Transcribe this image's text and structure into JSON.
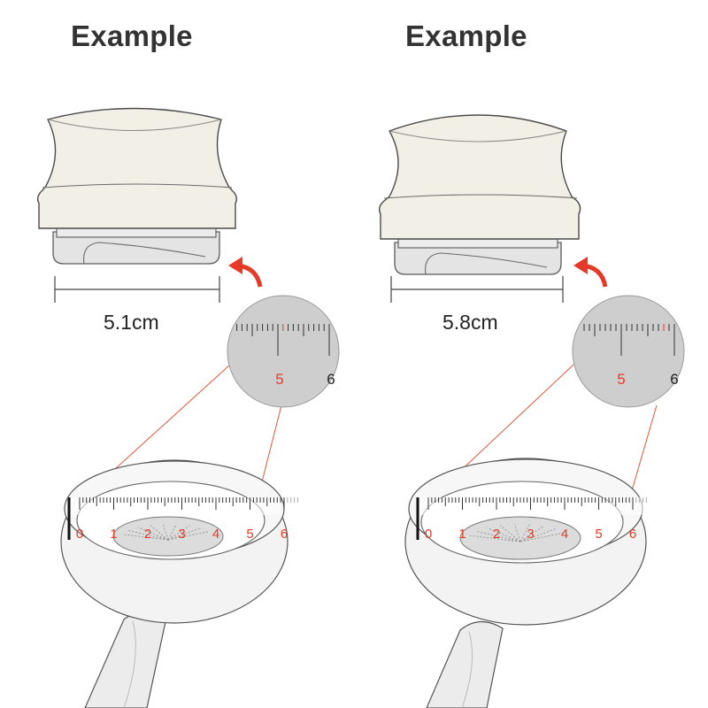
{
  "colors": {
    "tamper_body": "#f1eee4",
    "tamper_outline": "#4a4a4a",
    "metal_base": "#e2e2e2",
    "accent_red": "#e53a27",
    "guide_line": "#e0553e",
    "magnifier": "#cfcfcf",
    "portafilter": "#f4f4f4"
  },
  "panels": [
    {
      "heading": "Example",
      "measurement": "5.1cm",
      "zoom_scale": {
        "labels": [
          "5",
          "6"
        ]
      },
      "basket_scale": {
        "labels": [
          "0",
          "1",
          "2",
          "3",
          "4",
          "5",
          "6"
        ]
      }
    },
    {
      "heading": "Example",
      "measurement": "5.8cm",
      "zoom_scale": {
        "labels": [
          "5",
          "6"
        ]
      },
      "basket_scale": {
        "labels": [
          "0",
          "1",
          "2",
          "3",
          "4",
          "5",
          "6"
        ]
      }
    }
  ]
}
